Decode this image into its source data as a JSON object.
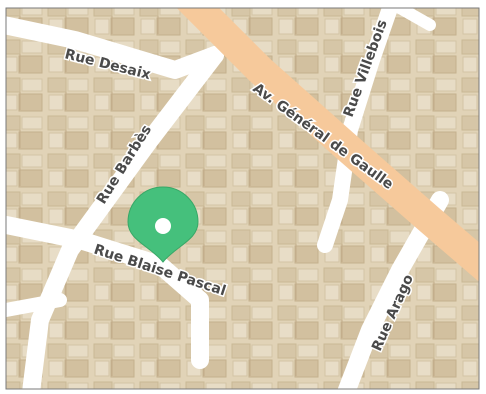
{
  "map": {
    "streets": {
      "desaix": "Rue Desaix",
      "villebois": "Rue Villebois",
      "general_de_gaulle": "Av. Général de Gaulle",
      "barbes": "Rue Barbès",
      "blaise_pascal": "Rue Blaise Pascal",
      "arago": "Rue Arago"
    },
    "marker": {
      "color": "#45c07c",
      "dot_color": "#ffffff"
    },
    "colors": {
      "street": "#ffffff",
      "avenue": "#f6c99b",
      "block": "#dccdb0",
      "frame": "#7a7a7a"
    }
  }
}
